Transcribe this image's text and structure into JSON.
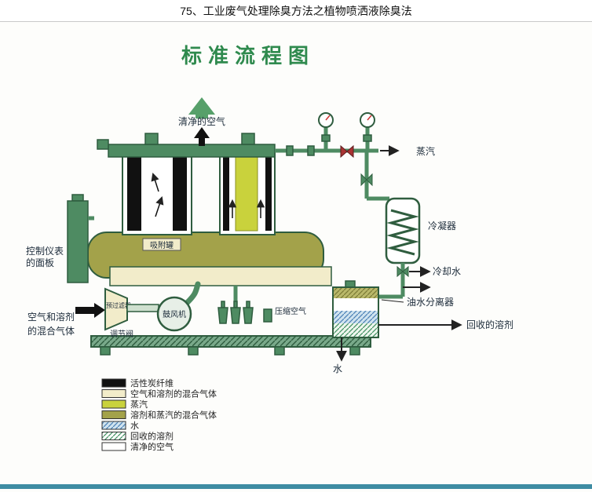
{
  "page": {
    "title": "75、工业废气处理除臭方法之植物喷洒液除臭法"
  },
  "diagram": {
    "title": "标准流程图",
    "labels": {
      "clean_air_top": "清净的空气",
      "steam_out": "蒸汽",
      "condenser": "冷凝器",
      "cooling_water": "冷却水",
      "oil_water_separator": "油水分离器",
      "recovered_solvent": "回收的溶剂",
      "water": "水",
      "control_panel_line1": "控制仪表",
      "control_panel_line2": "的面板",
      "adsorption_tank": "吸附罐",
      "inlet_line1": "空气和溶剂",
      "inlet_line2": "的混合气体",
      "pre_filter": "预过滤器",
      "regulating_valve": "调节阀",
      "blower": "鼓风机",
      "compressed_air": "压缩空气"
    },
    "colors": {
      "title_green": "#2f8a4e",
      "machine_green": "#4e8b62",
      "tank_olive": "#a3a24a",
      "steam_yellow": "#c9d23c",
      "mixture_cream": "#f2ecca",
      "carbon_black": "#111111",
      "water_blue": "#cfe3ef",
      "bottom_bar": "#3e8ca3"
    },
    "legend": {
      "items": [
        {
          "label": "活性炭纤维",
          "color": "#111111",
          "pattern": "solid"
        },
        {
          "label": "空气和溶剂的混合气体",
          "color": "#f2ecca",
          "pattern": "solid"
        },
        {
          "label": "蒸汽",
          "color": "#c9d23c",
          "pattern": "solid"
        },
        {
          "label": "溶剂和蒸汽的混合气体",
          "color": "#a3a24a",
          "pattern": "solid"
        },
        {
          "label": "水",
          "color": "#cfe3ef",
          "pattern": "hatch-blue"
        },
        {
          "label": "回收的溶剂",
          "color": "#ffffff",
          "pattern": "hatch-green"
        },
        {
          "label": "清净的空气",
          "color": "#ffffff",
          "pattern": "solid"
        }
      ]
    }
  }
}
